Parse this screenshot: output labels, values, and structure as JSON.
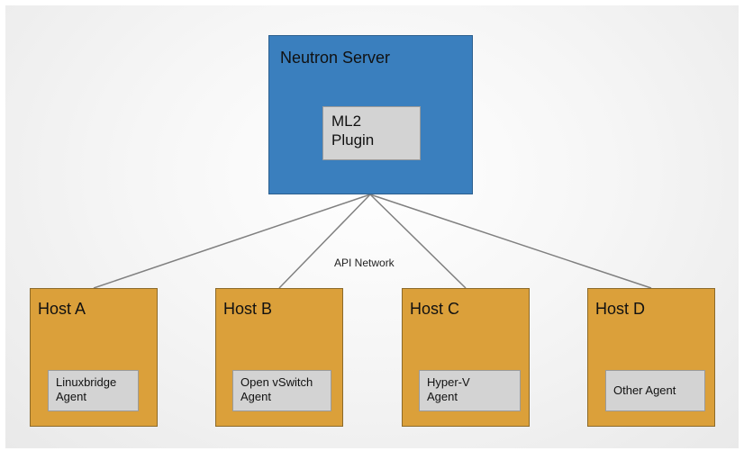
{
  "server": {
    "title": "Neutron Server",
    "plugin_lines": [
      "ML2",
      "Plugin"
    ],
    "color": "#3a7fbe"
  },
  "network": {
    "label": "API Network"
  },
  "hosts": [
    {
      "title": "Host A",
      "agent_lines": [
        "Linuxbridge",
        "Agent"
      ]
    },
    {
      "title": "Host B",
      "agent_lines": [
        "Open vSwitch",
        "Agent"
      ]
    },
    {
      "title": "Host C",
      "agent_lines": [
        "Hyper-V",
        "Agent"
      ]
    },
    {
      "title": "Host D",
      "agent_lines": [
        "Other Agent"
      ]
    }
  ],
  "colors": {
    "host": "#dba03a",
    "agent": "#d3d3d3",
    "link": "#808080"
  }
}
